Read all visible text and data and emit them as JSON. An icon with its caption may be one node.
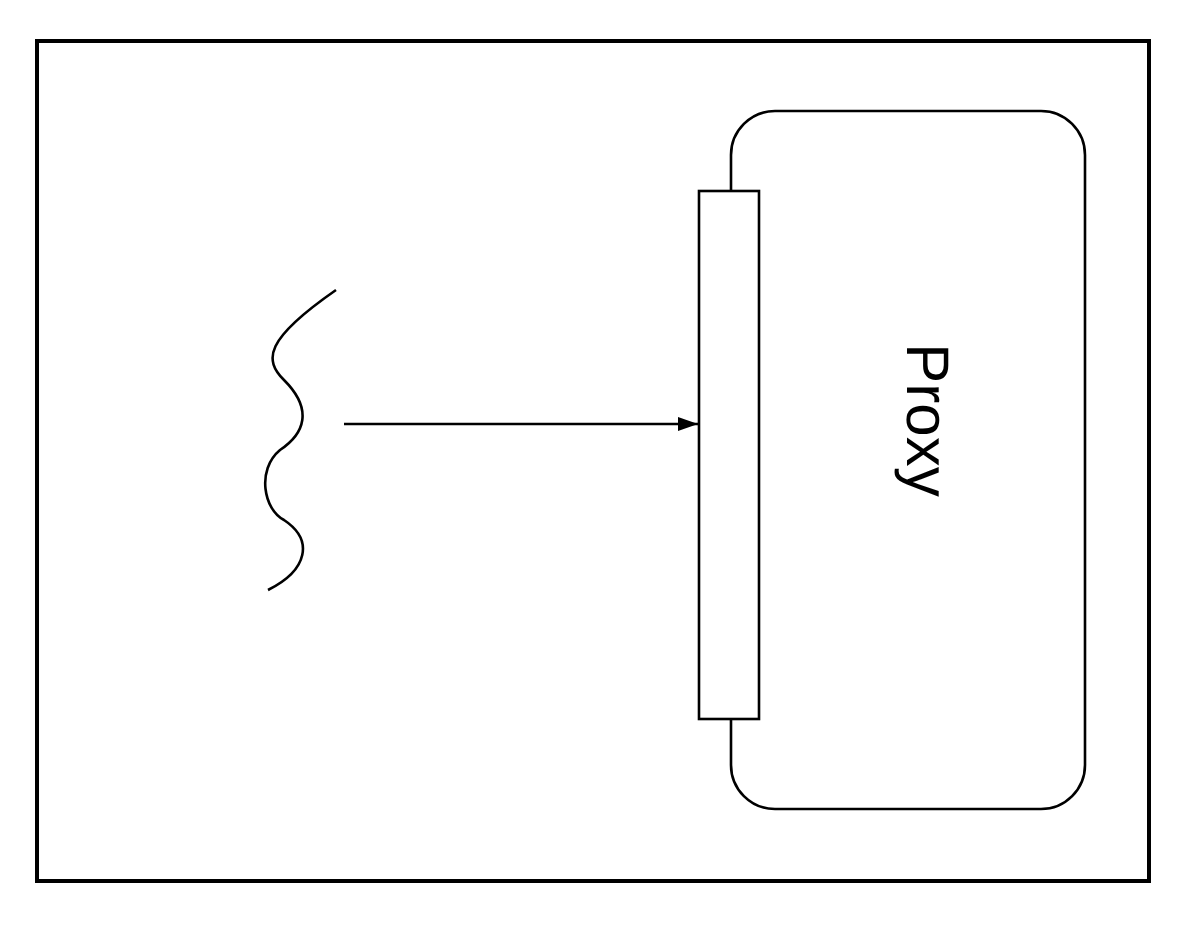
{
  "diagram": {
    "nodes": [
      {
        "text": [
          "Proxy"
        ]
      },
      {
        "text": [],
        "shape": "bar"
      },
      {
        "text": [],
        "shape": "curve"
      }
    ],
    "edges": [
      {
        "from": 2,
        "to": 1,
        "arrow": "to"
      }
    ]
  }
}
